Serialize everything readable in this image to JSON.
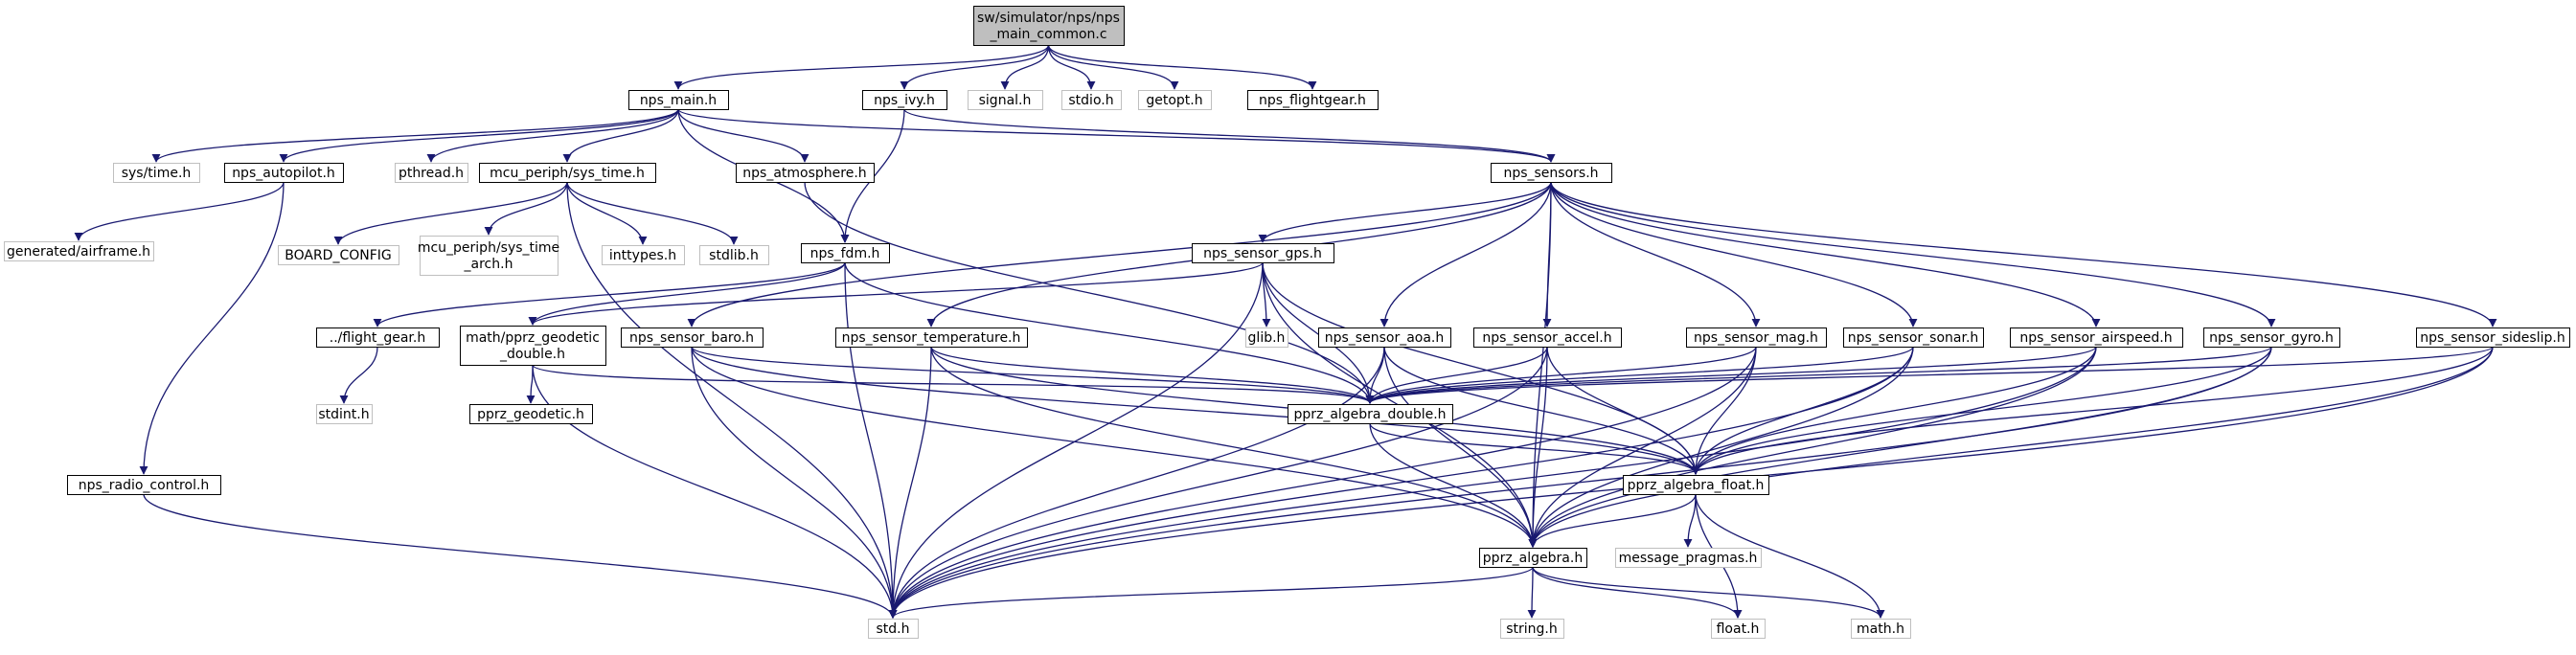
{
  "diagram": {
    "colors": {
      "edge": "#191970",
      "border_local": "#000000",
      "border_external": "#bfbfbf",
      "fill_root": "#bfbfbf",
      "fill": "#ffffff",
      "text": "#000000"
    },
    "nodes": [
      {
        "id": "root",
        "lines": [
          "sw/simulator/nps/nps",
          "_main_common.c"
        ],
        "kind": "root"
      },
      {
        "id": "nps_main",
        "lines": [
          "nps_main.h"
        ],
        "kind": "local"
      },
      {
        "id": "nps_ivy",
        "lines": [
          "nps_ivy.h"
        ],
        "kind": "local"
      },
      {
        "id": "signal",
        "lines": [
          "signal.h"
        ],
        "kind": "external"
      },
      {
        "id": "stdio",
        "lines": [
          "stdio.h"
        ],
        "kind": "external"
      },
      {
        "id": "getopt",
        "lines": [
          "getopt.h"
        ],
        "kind": "external"
      },
      {
        "id": "nps_flightgear",
        "lines": [
          "nps_flightgear.h"
        ],
        "kind": "local"
      },
      {
        "id": "sys_time",
        "lines": [
          "sys/time.h"
        ],
        "kind": "external"
      },
      {
        "id": "nps_autopilot",
        "lines": [
          "nps_autopilot.h"
        ],
        "kind": "local"
      },
      {
        "id": "pthread",
        "lines": [
          "pthread.h"
        ],
        "kind": "external"
      },
      {
        "id": "mcu_sys_time",
        "lines": [
          "mcu_periph/sys_time.h"
        ],
        "kind": "local"
      },
      {
        "id": "nps_atmosphere",
        "lines": [
          "nps_atmosphere.h"
        ],
        "kind": "local"
      },
      {
        "id": "nps_sensors",
        "lines": [
          "nps_sensors.h"
        ],
        "kind": "local"
      },
      {
        "id": "airframe",
        "lines": [
          "generated/airframe.h"
        ],
        "kind": "external"
      },
      {
        "id": "board_config",
        "lines": [
          "BOARD_CONFIG"
        ],
        "kind": "external"
      },
      {
        "id": "sys_time_arch",
        "lines": [
          "mcu_periph/sys_time",
          "_arch.h"
        ],
        "kind": "external"
      },
      {
        "id": "inttypes",
        "lines": [
          "inttypes.h"
        ],
        "kind": "external"
      },
      {
        "id": "stdlib",
        "lines": [
          "stdlib.h"
        ],
        "kind": "external"
      },
      {
        "id": "nps_fdm",
        "lines": [
          "nps_fdm.h"
        ],
        "kind": "local"
      },
      {
        "id": "nps_sensor_gps",
        "lines": [
          "nps_sensor_gps.h"
        ],
        "kind": "local"
      },
      {
        "id": "flight_gear",
        "lines": [
          "../flight_gear.h"
        ],
        "kind": "local"
      },
      {
        "id": "pprz_geodetic_double",
        "lines": [
          "math/pprz_geodetic",
          "_double.h"
        ],
        "kind": "local"
      },
      {
        "id": "nps_sensor_baro",
        "lines": [
          "nps_sensor_baro.h"
        ],
        "kind": "local"
      },
      {
        "id": "nps_sensor_temperature",
        "lines": [
          "nps_sensor_temperature.h"
        ],
        "kind": "local"
      },
      {
        "id": "glib",
        "lines": [
          "glib.h"
        ],
        "kind": "external"
      },
      {
        "id": "nps_sensor_aoa",
        "lines": [
          "nps_sensor_aoa.h"
        ],
        "kind": "local"
      },
      {
        "id": "nps_sensor_accel",
        "lines": [
          "nps_sensor_accel.h"
        ],
        "kind": "local"
      },
      {
        "id": "nps_sensor_mag",
        "lines": [
          "nps_sensor_mag.h"
        ],
        "kind": "local"
      },
      {
        "id": "nps_sensor_sonar",
        "lines": [
          "nps_sensor_sonar.h"
        ],
        "kind": "local"
      },
      {
        "id": "nps_sensor_airspeed",
        "lines": [
          "nps_sensor_airspeed.h"
        ],
        "kind": "local"
      },
      {
        "id": "nps_sensor_gyro",
        "lines": [
          "nps_sensor_gyro.h"
        ],
        "kind": "local"
      },
      {
        "id": "nps_sensor_sideslip",
        "lines": [
          "nps_sensor_sideslip.h"
        ],
        "kind": "local"
      },
      {
        "id": "stdint",
        "lines": [
          "stdint.h"
        ],
        "kind": "external"
      },
      {
        "id": "pprz_geodetic",
        "lines": [
          "pprz_geodetic.h"
        ],
        "kind": "local"
      },
      {
        "id": "pprz_algebra_double",
        "lines": [
          "pprz_algebra_double.h"
        ],
        "kind": "local"
      },
      {
        "id": "nps_radio_control",
        "lines": [
          "nps_radio_control.h"
        ],
        "kind": "local"
      },
      {
        "id": "pprz_algebra_float",
        "lines": [
          "pprz_algebra_float.h"
        ],
        "kind": "local"
      },
      {
        "id": "pprz_algebra",
        "lines": [
          "pprz_algebra.h"
        ],
        "kind": "local"
      },
      {
        "id": "message_pragmas",
        "lines": [
          "message_pragmas.h"
        ],
        "kind": "external"
      },
      {
        "id": "std",
        "lines": [
          "std.h"
        ],
        "kind": "external"
      },
      {
        "id": "string",
        "lines": [
          "string.h"
        ],
        "kind": "external"
      },
      {
        "id": "float",
        "lines": [
          "float.h"
        ],
        "kind": "external"
      },
      {
        "id": "math",
        "lines": [
          "math.h"
        ],
        "kind": "external"
      }
    ],
    "edges": [
      [
        "root",
        "nps_main"
      ],
      [
        "root",
        "nps_ivy"
      ],
      [
        "root",
        "signal"
      ],
      [
        "root",
        "stdio"
      ],
      [
        "root",
        "getopt"
      ],
      [
        "root",
        "nps_flightgear"
      ],
      [
        "nps_main",
        "sys_time"
      ],
      [
        "nps_main",
        "nps_autopilot"
      ],
      [
        "nps_main",
        "pthread"
      ],
      [
        "nps_main",
        "mcu_sys_time"
      ],
      [
        "nps_main",
        "nps_atmosphere"
      ],
      [
        "nps_main",
        "nps_sensors"
      ],
      [
        "nps_main",
        "nps_fdm"
      ],
      [
        "nps_ivy",
        "nps_sensors"
      ],
      [
        "nps_ivy",
        "nps_fdm"
      ],
      [
        "nps_autopilot",
        "airframe"
      ],
      [
        "nps_autopilot",
        "nps_radio_control"
      ],
      [
        "mcu_sys_time",
        "board_config"
      ],
      [
        "mcu_sys_time",
        "sys_time_arch"
      ],
      [
        "mcu_sys_time",
        "inttypes"
      ],
      [
        "mcu_sys_time",
        "stdlib"
      ],
      [
        "mcu_sys_time",
        "std"
      ],
      [
        "nps_atmosphere",
        "pprz_algebra_double"
      ],
      [
        "nps_sensors",
        "nps_sensor_gps"
      ],
      [
        "nps_sensors",
        "nps_sensor_baro"
      ],
      [
        "nps_sensors",
        "nps_sensor_temperature"
      ],
      [
        "nps_sensors",
        "nps_sensor_aoa"
      ],
      [
        "nps_sensors",
        "nps_sensor_accel"
      ],
      [
        "nps_sensors",
        "nps_sensor_mag"
      ],
      [
        "nps_sensors",
        "nps_sensor_sonar"
      ],
      [
        "nps_sensors",
        "nps_sensor_airspeed"
      ],
      [
        "nps_sensors",
        "nps_sensor_gyro"
      ],
      [
        "nps_sensors",
        "nps_sensor_sideslip"
      ],
      [
        "nps_sensors",
        "pprz_algebra"
      ],
      [
        "nps_fdm",
        "flight_gear"
      ],
      [
        "nps_fdm",
        "pprz_geodetic_double"
      ],
      [
        "nps_fdm",
        "pprz_algebra_double"
      ],
      [
        "nps_fdm",
        "std"
      ],
      [
        "nps_sensor_gps",
        "glib"
      ],
      [
        "nps_sensor_gps",
        "pprz_geodetic_double"
      ],
      [
        "nps_sensor_gps",
        "pprz_algebra_double"
      ],
      [
        "nps_sensor_gps",
        "pprz_algebra_float"
      ],
      [
        "nps_sensor_gps",
        "pprz_algebra"
      ],
      [
        "nps_sensor_gps",
        "std"
      ],
      [
        "flight_gear",
        "stdint"
      ],
      [
        "pprz_geodetic_double",
        "pprz_geodetic"
      ],
      [
        "pprz_geodetic_double",
        "pprz_algebra_double"
      ],
      [
        "pprz_geodetic_double",
        "std"
      ],
      [
        "nps_sensor_baro",
        "pprz_algebra_double"
      ],
      [
        "nps_sensor_baro",
        "pprz_algebra_float"
      ],
      [
        "nps_sensor_baro",
        "pprz_algebra"
      ],
      [
        "nps_sensor_baro",
        "std"
      ],
      [
        "nps_sensor_temperature",
        "pprz_algebra_double"
      ],
      [
        "nps_sensor_temperature",
        "pprz_algebra_float"
      ],
      [
        "nps_sensor_temperature",
        "pprz_algebra"
      ],
      [
        "nps_sensor_temperature",
        "std"
      ],
      [
        "nps_sensor_aoa",
        "pprz_algebra_double"
      ],
      [
        "nps_sensor_aoa",
        "pprz_algebra_float"
      ],
      [
        "nps_sensor_aoa",
        "pprz_algebra"
      ],
      [
        "nps_sensor_aoa",
        "std"
      ],
      [
        "nps_sensor_accel",
        "pprz_algebra_double"
      ],
      [
        "nps_sensor_accel",
        "pprz_algebra_float"
      ],
      [
        "nps_sensor_accel",
        "pprz_algebra"
      ],
      [
        "nps_sensor_accel",
        "std"
      ],
      [
        "nps_sensor_mag",
        "pprz_algebra_double"
      ],
      [
        "nps_sensor_mag",
        "pprz_algebra_float"
      ],
      [
        "nps_sensor_mag",
        "pprz_algebra"
      ],
      [
        "nps_sensor_mag",
        "std"
      ],
      [
        "nps_sensor_sonar",
        "pprz_algebra_double"
      ],
      [
        "nps_sensor_sonar",
        "pprz_algebra_float"
      ],
      [
        "nps_sensor_sonar",
        "pprz_algebra"
      ],
      [
        "nps_sensor_sonar",
        "std"
      ],
      [
        "nps_sensor_airspeed",
        "pprz_algebra_double"
      ],
      [
        "nps_sensor_airspeed",
        "pprz_algebra_float"
      ],
      [
        "nps_sensor_airspeed",
        "pprz_algebra"
      ],
      [
        "nps_sensor_airspeed",
        "std"
      ],
      [
        "nps_sensor_gyro",
        "pprz_algebra_double"
      ],
      [
        "nps_sensor_gyro",
        "pprz_algebra_float"
      ],
      [
        "nps_sensor_gyro",
        "pprz_algebra"
      ],
      [
        "nps_sensor_gyro",
        "std"
      ],
      [
        "nps_sensor_sideslip",
        "pprz_algebra_double"
      ],
      [
        "nps_sensor_sideslip",
        "pprz_algebra_float"
      ],
      [
        "nps_sensor_sideslip",
        "pprz_algebra"
      ],
      [
        "nps_sensor_sideslip",
        "std"
      ],
      [
        "nps_radio_control",
        "std"
      ],
      [
        "pprz_algebra_double",
        "pprz_algebra_float"
      ],
      [
        "pprz_algebra_double",
        "pprz_algebra"
      ],
      [
        "pprz_algebra_float",
        "pprz_algebra"
      ],
      [
        "pprz_algebra_float",
        "message_pragmas"
      ],
      [
        "pprz_algebra_float",
        "float"
      ],
      [
        "pprz_algebra_float",
        "math"
      ],
      [
        "pprz_algebra",
        "std"
      ],
      [
        "pprz_algebra",
        "string"
      ],
      [
        "pprz_algebra",
        "float"
      ],
      [
        "pprz_algebra",
        "math"
      ]
    ]
  }
}
